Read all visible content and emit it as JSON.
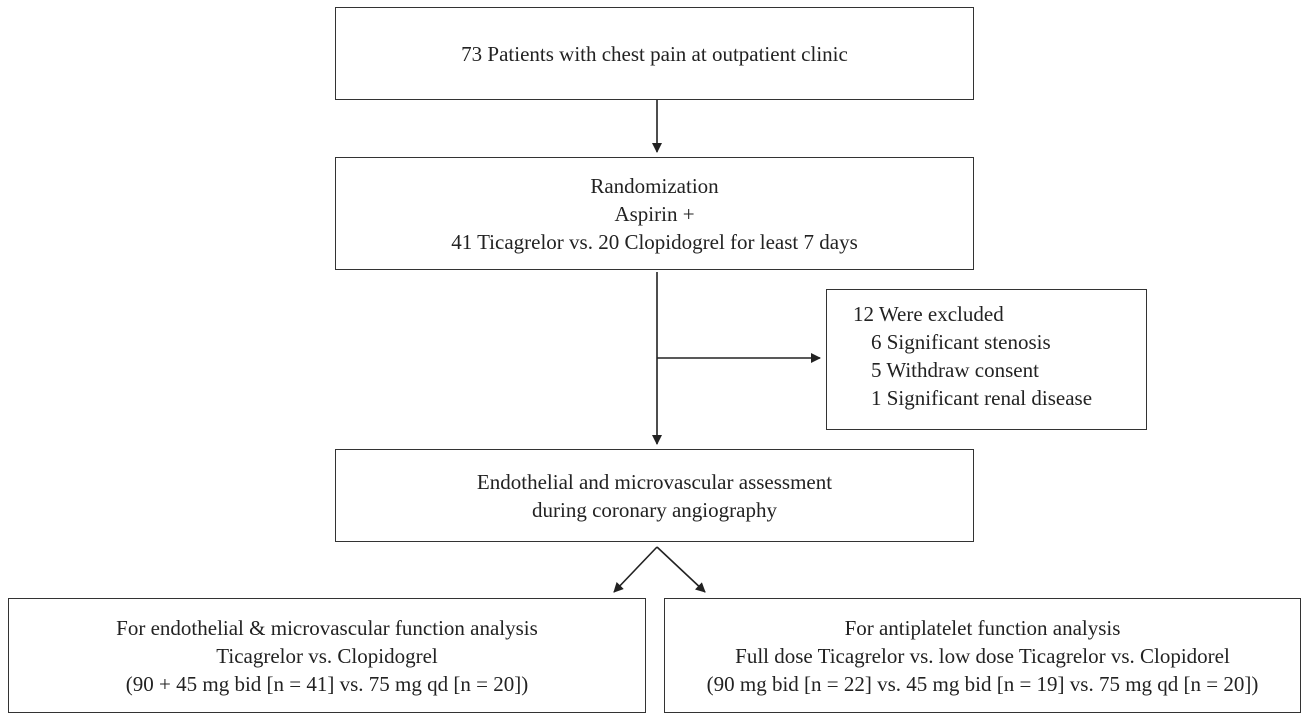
{
  "nodes": {
    "patients": {
      "lines": [
        "73 Patients with chest pain at outpatient clinic"
      ]
    },
    "randomization": {
      "lines": [
        "Randomization",
        "Aspirin +",
        "41 Ticagrelor vs. 20 Clopidogrel for least 7 days"
      ]
    },
    "excluded": {
      "title": "12 Were excluded",
      "items": [
        "6 Significant stenosis",
        "5 Withdraw consent",
        "1 Significant renal disease"
      ]
    },
    "assessment": {
      "lines": [
        "Endothelial and microvascular assessment",
        "during coronary angiography"
      ]
    },
    "endothelial_analysis": {
      "lines": [
        "For endothelial & microvascular function analysis",
        "Ticagrelor vs. Clopidogrel",
        "(90 + 45 mg bid [n = 41] vs. 75 mg qd [n = 20])"
      ]
    },
    "antiplatelet_analysis": {
      "lines": [
        "For antiplatelet function analysis",
        "Full dose Ticagrelor vs.  low dose Ticagrelor vs. Clopidorel",
        "(90 mg bid [n = 22] vs. 45 mg bid [n = 19] vs. 75 mg qd [n = 20])"
      ]
    }
  }
}
